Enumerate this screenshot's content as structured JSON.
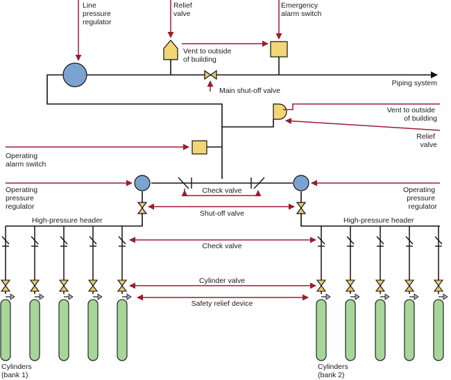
{
  "labels": {
    "line_pressure_regulator": [
      "Line",
      "pressure",
      "regulator"
    ],
    "relief_valve_top": [
      "Relief",
      "valve"
    ],
    "emergency_alarm_switch": [
      "Emergency",
      "alarm switch"
    ],
    "vent_top": [
      "Vent to outside",
      "of building"
    ],
    "main_shutoff_valve": "Main shut-off valve",
    "piping_system": "Piping system",
    "vent_right": [
      "Vent to outside",
      "of building"
    ],
    "relief_valve_right": [
      "Relief",
      "valve"
    ],
    "operating_alarm_switch": [
      "Operating",
      "alarm switch"
    ],
    "operating_pressure_regulator_left": [
      "Operating",
      "pressure",
      "regulator"
    ],
    "operating_pressure_regulator_right": [
      "Operating",
      "pressure",
      "regulator"
    ],
    "check_valve_center": "Check valve",
    "shutoff_valve": "Shut-off valve",
    "high_pressure_header_left": "High-pressure header",
    "high_pressure_header_right": "High-pressure header",
    "check_valve_cylinders": "Check valve",
    "cylinder_valve": "Cylinder valve",
    "safety_relief_device": "Safety relief device",
    "cylinders_bank1": [
      "Cylinders",
      "(bank 1)"
    ],
    "cylinders_bank2": [
      "Cylinders",
      "(bank 2)"
    ]
  },
  "colors": {
    "pipe": "#111111",
    "arrow": "#9b1b30",
    "regulator": "#7ba3d0",
    "alarm": "#f2d675",
    "valve": "#e8c872",
    "cylinder": "#a6d69a",
    "relief_device": "#a5b1c2"
  }
}
